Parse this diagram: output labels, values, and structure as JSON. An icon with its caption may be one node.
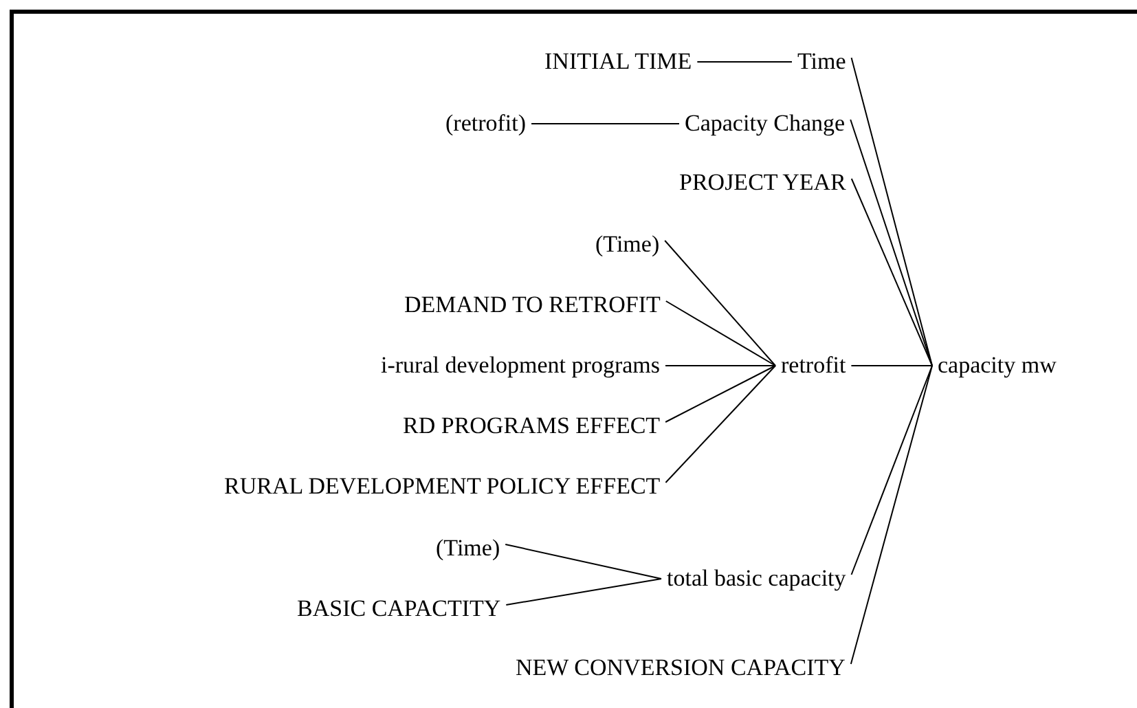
{
  "diagram": {
    "nodes": [
      {
        "text": [
          "INITIAL TIME"
        ]
      },
      {
        "text": [
          "Time"
        ]
      },
      {
        "text": [
          "(retrofit)"
        ]
      },
      {
        "text": [
          "Capacity Change"
        ]
      },
      {
        "text": [
          "PROJECT YEAR"
        ]
      },
      {
        "text": [
          "(Time)"
        ]
      },
      {
        "text": [
          "DEMAND TO RETROFIT"
        ]
      },
      {
        "text": [
          "i-rural development programs"
        ]
      },
      {
        "text": [
          "retrofit"
        ]
      },
      {
        "text": [
          "capacity mw"
        ]
      },
      {
        "text": [
          "RD PROGRAMS EFFECT"
        ]
      },
      {
        "text": [
          "RURAL DEVELOPMENT POLICY EFFECT"
        ]
      },
      {
        "text": [
          "(Time)"
        ]
      },
      {
        "text": [
          "total basic capacity"
        ]
      },
      {
        "text": [
          "BASIC CAPACTITY"
        ]
      },
      {
        "text": [
          "NEW CONVERSION CAPACITY"
        ]
      }
    ],
    "edges": [
      {
        "from": 0,
        "to": 1,
        "arrow": "none"
      },
      {
        "from": 2,
        "to": 3,
        "arrow": "none"
      },
      {
        "from": 1,
        "to": 9,
        "arrow": "none"
      },
      {
        "from": 3,
        "to": 9,
        "arrow": "none"
      },
      {
        "from": 4,
        "to": 9,
        "arrow": "none"
      },
      {
        "from": 5,
        "to": 8,
        "arrow": "none"
      },
      {
        "from": 6,
        "to": 8,
        "arrow": "none"
      },
      {
        "from": 7,
        "to": 8,
        "arrow": "none"
      },
      {
        "from": 10,
        "to": 8,
        "arrow": "none"
      },
      {
        "from": 11,
        "to": 8,
        "arrow": "none"
      },
      {
        "from": 8,
        "to": 9,
        "arrow": "none"
      },
      {
        "from": 12,
        "to": 13,
        "arrow": "none"
      },
      {
        "from": 14,
        "to": 13,
        "arrow": "none"
      },
      {
        "from": 13,
        "to": 9,
        "arrow": "none"
      },
      {
        "from": 15,
        "to": 9,
        "arrow": "none"
      }
    ]
  }
}
